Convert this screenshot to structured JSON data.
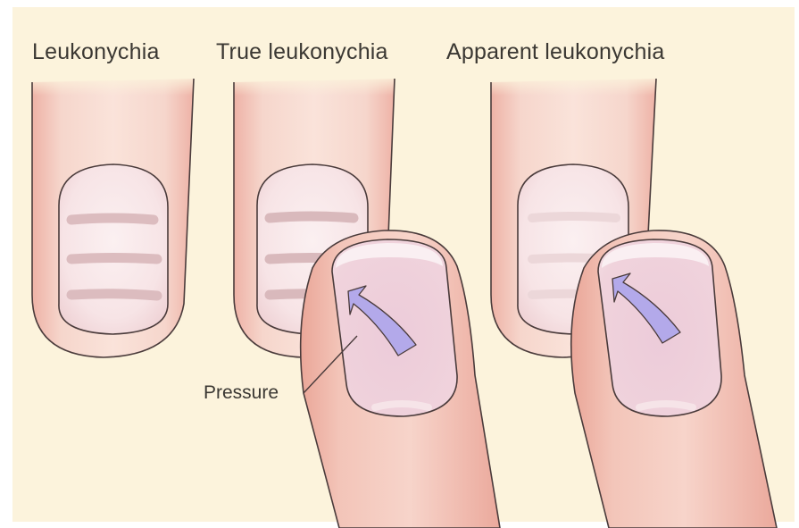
{
  "labels": {
    "leukonychia": "Leukonychia",
    "true_leukonychia": "True leukonychia",
    "apparent_leukonychia": "Apparent leukonychia",
    "pressure": "Pressure"
  },
  "colors": {
    "background": "#fcf3dc",
    "skin": "#f2c3b8",
    "skin_edge": "#e8a79b",
    "nail": "#f8e9ea",
    "nail_band": "#e2c4c6",
    "arrow": "#b3a9ea",
    "outline": "#4a3b3b"
  },
  "icons": {
    "pressure_arrow": "curved-arrow-icon"
  }
}
